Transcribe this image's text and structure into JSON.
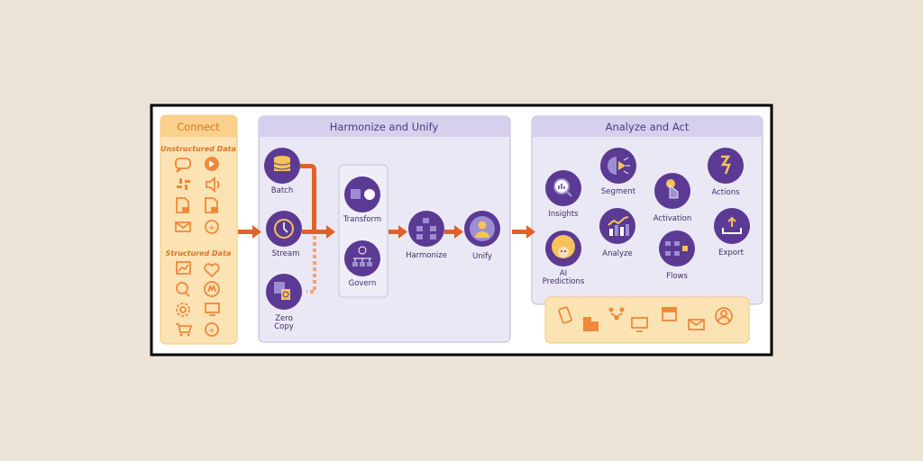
{
  "colors": {
    "background": "#ebe4d6",
    "purple": "#5b3a93",
    "orange": "#e0622a",
    "connect_fill": "#fce3b3",
    "panel_fill": "#ebe8f6"
  },
  "connect": {
    "title": "Connect",
    "unstructured_label": "Unstructured Data",
    "structured_label": "Structured Data",
    "unstructured_icons": [
      "chat-icon",
      "video-play-icon",
      "slack-icon",
      "audio-icon",
      "pdf-icon",
      "excel-icon",
      "email-icon",
      "add-more-icon"
    ],
    "structured_icons": [
      "chart-icon",
      "heart-icon",
      "search-user-icon",
      "mulesoft-icon",
      "gear-icon",
      "monitor-icon",
      "cart-icon",
      "add-more-icon"
    ]
  },
  "harmonize": {
    "title": "Harmonize and Unify",
    "nodes": {
      "batch": "Batch",
      "stream": "Stream",
      "zero_copy_1": "Zero",
      "zero_copy_2": "Copy",
      "transform": "Transform",
      "govern": "Govern",
      "harmonize": "Harmonize",
      "unify": "Unify"
    }
  },
  "analyze": {
    "title": "Analyze and Act",
    "nodes": {
      "insights": "Insights",
      "segment": "Segment",
      "activation": "Activation",
      "actions": "Actions",
      "ai_1": "AI",
      "ai_2": "Predictions",
      "analyze": "Analyze",
      "flows": "Flows",
      "export": "Export"
    },
    "channel_icons": [
      "mobile-icon",
      "building-icon",
      "people-network-icon",
      "desktop-icon",
      "store-icon",
      "email-icon",
      "user-icon"
    ]
  }
}
